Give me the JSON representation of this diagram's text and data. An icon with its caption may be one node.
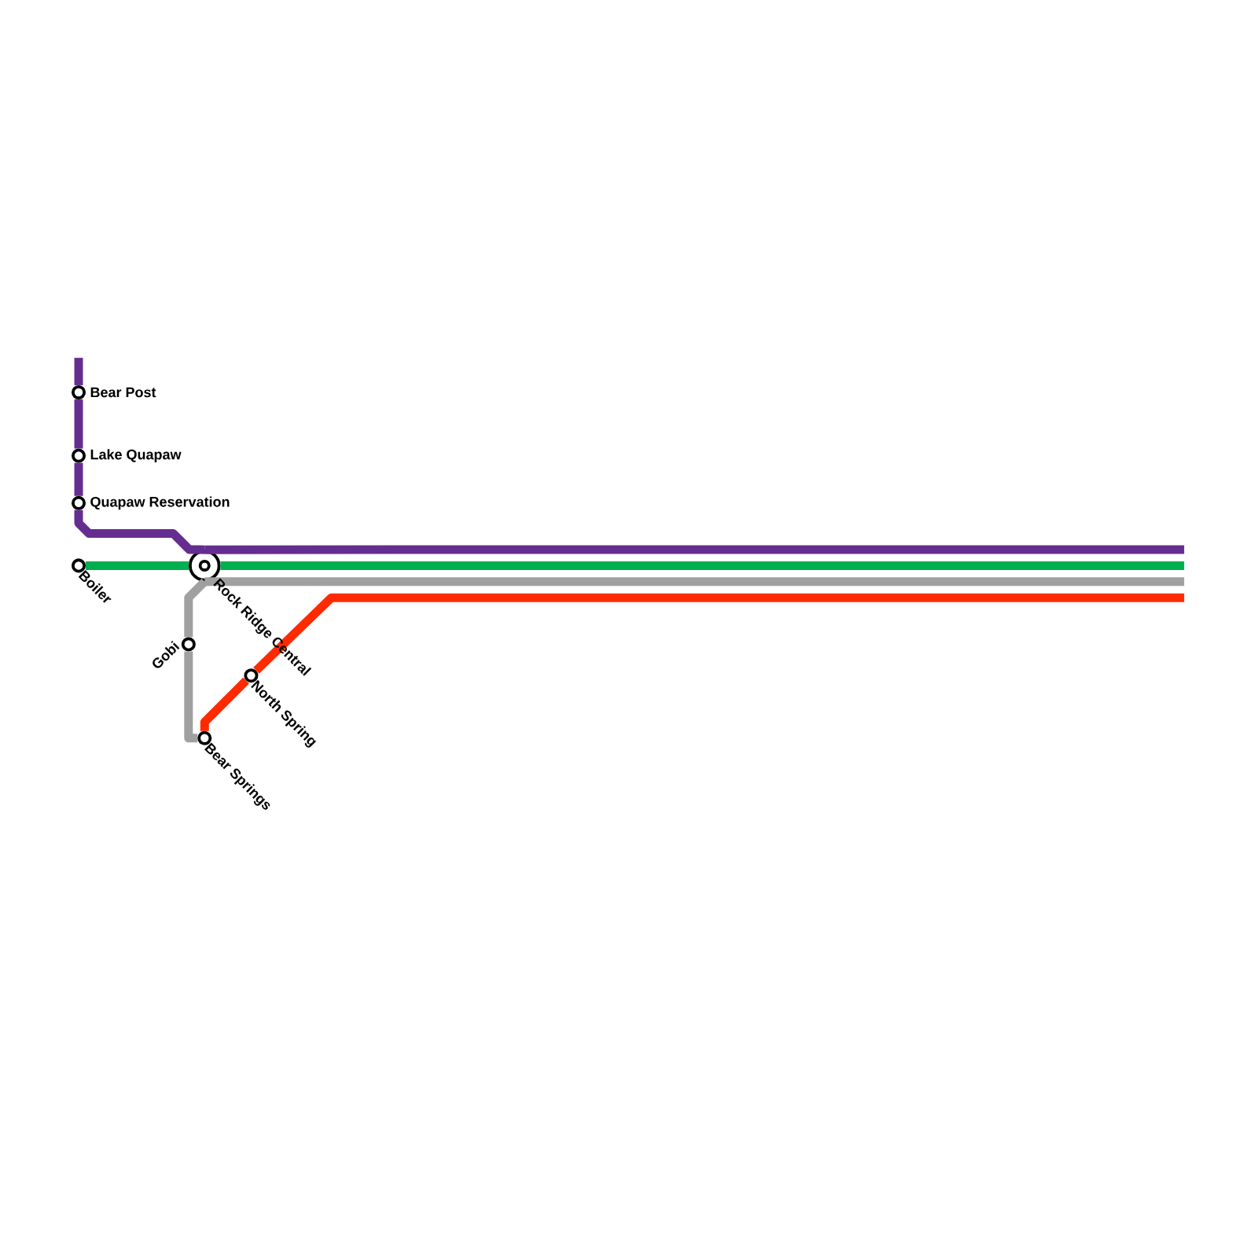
{
  "diagram": {
    "nodes": [
      {
        "text": [],
        "shape": "circle",
        "beside": [
          "Bear Post"
        ]
      },
      {
        "text": [],
        "shape": "circle",
        "beside": [
          "Lake Quapaw"
        ]
      },
      {
        "text": [],
        "shape": "circle",
        "beside": [
          "Quapaw Reservation"
        ]
      },
      {
        "text": [],
        "shape": "circle",
        "beside": [
          "Boiler"
        ]
      },
      {
        "text": [],
        "shape": "circle",
        "beside": [
          "Rock Ridge Central"
        ]
      },
      {
        "text": [],
        "shape": "circle",
        "beside": [
          "Gobi"
        ]
      },
      {
        "text": [],
        "shape": "circle",
        "beside": [
          "North Spring"
        ]
      },
      {
        "text": [],
        "shape": "circle",
        "beside": [
          "Bear Springs"
        ]
      }
    ],
    "edges": [
      {
        "from": null,
        "to": 0,
        "arrow": "none",
        "color": "#662d91"
      },
      {
        "from": 0,
        "to": 1,
        "arrow": "none",
        "color": "#662d91"
      },
      {
        "from": 1,
        "to": 2,
        "arrow": "none",
        "color": "#662d91"
      },
      {
        "from": 2,
        "to": 4,
        "arrow": "none",
        "color": "#662d91"
      },
      {
        "from": 4,
        "to": null,
        "arrow": "none",
        "color": "#662d91"
      },
      {
        "from": 3,
        "to": 4,
        "arrow": "none",
        "color": "#00b050"
      },
      {
        "from": 4,
        "to": null,
        "arrow": "none",
        "color": "#00b050"
      },
      {
        "from": 5,
        "to": 4,
        "arrow": "none",
        "color": "#a0a0a0"
      },
      {
        "from": 5,
        "to": 7,
        "arrow": "none",
        "color": "#a0a0a0"
      },
      {
        "from": 4,
        "to": null,
        "arrow": "none",
        "color": "#a0a0a0"
      },
      {
        "from": 7,
        "to": 6,
        "arrow": "none",
        "color": "#ff2a00"
      },
      {
        "from": 6,
        "to": null,
        "arrow": "none",
        "color": "#ff2a00"
      }
    ]
  }
}
